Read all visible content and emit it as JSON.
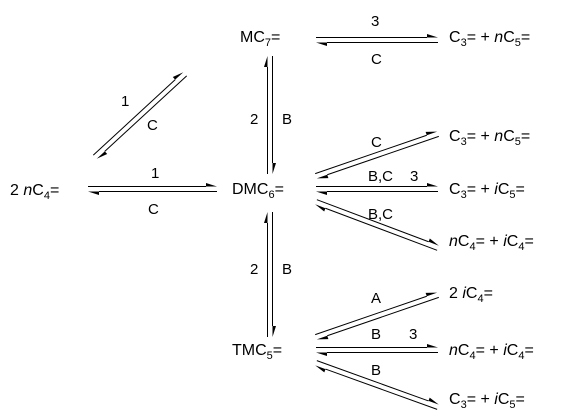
{
  "species": {
    "nc4": {
      "pre": "2 ",
      "it": "n",
      "base": "C",
      "sub": "4",
      "post": "="
    },
    "mc7": {
      "pre": "",
      "it": "",
      "base": "MC",
      "sub": "7",
      "post": "="
    },
    "dmc6": {
      "pre": "",
      "it": "",
      "base": "DMC",
      "sub": "6",
      "post": "="
    },
    "tmc5": {
      "pre": "",
      "it": "",
      "base": "TMC",
      "sub": "5",
      "post": "="
    }
  },
  "products": {
    "p_mc7": "C3= + nC5=",
    "p_dmc6_1": "C3= + nC5=",
    "p_dmc6_2": "C3= + iC5=",
    "p_dmc6_3": "nC4= + iC4=",
    "p_tmc5_1": "2 iC4=",
    "p_tmc5_2": "nC4= + iC4=",
    "p_tmc5_3": "C3= + iC5="
  },
  "labels": {
    "mc7_fwd": "3",
    "mc7_rev": "C",
    "diag_fwd": "1",
    "diag_rev": "C",
    "nc4_fwd": "1",
    "nc4_rev": "C",
    "mc7_dmc6_left": "2",
    "mc7_dmc6_right": "B",
    "dmc6_up": "C",
    "dmc6_mid_left": "B,C",
    "dmc6_mid_right": "3",
    "dmc6_down": "B,C",
    "dmc6_tmc5_left": "2",
    "dmc6_tmc5_right": "B",
    "tmc5_up": "A",
    "tmc5_mid_left": "B",
    "tmc5_mid_right": "3",
    "tmc5_down": "B"
  }
}
